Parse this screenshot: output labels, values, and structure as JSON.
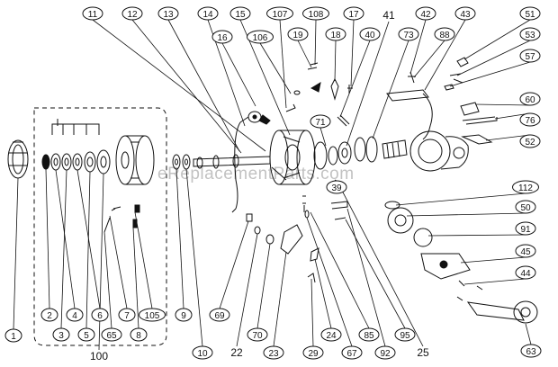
{
  "diagram": {
    "watermark": "eReplacementParts.com",
    "callouts": [
      {
        "id": "c-11",
        "label": "11"
      },
      {
        "id": "c-12",
        "label": "12"
      },
      {
        "id": "c-13",
        "label": "13"
      },
      {
        "id": "c-14",
        "label": "14"
      },
      {
        "id": "c-15",
        "label": "15"
      },
      {
        "id": "c-16",
        "label": "16"
      },
      {
        "id": "c-107",
        "label": "107"
      },
      {
        "id": "c-106",
        "label": "106"
      },
      {
        "id": "c-108",
        "label": "108"
      },
      {
        "id": "c-19",
        "label": "19"
      },
      {
        "id": "c-18",
        "label": "18"
      },
      {
        "id": "c-17",
        "label": "17"
      },
      {
        "id": "c-41",
        "label": "41"
      },
      {
        "id": "c-40",
        "label": "40"
      },
      {
        "id": "c-73",
        "label": "73"
      },
      {
        "id": "c-42",
        "label": "42"
      },
      {
        "id": "c-88",
        "label": "88"
      },
      {
        "id": "c-43",
        "label": "43"
      },
      {
        "id": "c-51",
        "label": "51"
      },
      {
        "id": "c-53",
        "label": "53"
      },
      {
        "id": "c-57",
        "label": "57"
      },
      {
        "id": "c-60",
        "label": "60"
      },
      {
        "id": "c-76",
        "label": "76"
      },
      {
        "id": "c-52",
        "label": "52"
      },
      {
        "id": "c-71",
        "label": "71"
      },
      {
        "id": "c-39",
        "label": "39"
      },
      {
        "id": "c-112",
        "label": "112"
      },
      {
        "id": "c-50",
        "label": "50"
      },
      {
        "id": "c-91",
        "label": "91"
      },
      {
        "id": "c-45",
        "label": "45"
      },
      {
        "id": "c-44",
        "label": "44"
      },
      {
        "id": "c-63",
        "label": "63"
      },
      {
        "id": "c-1",
        "label": "1"
      },
      {
        "id": "c-2",
        "label": "2"
      },
      {
        "id": "c-4",
        "label": "4"
      },
      {
        "id": "c-6",
        "label": "6"
      },
      {
        "id": "c-7",
        "label": "7"
      },
      {
        "id": "c-105",
        "label": "105"
      },
      {
        "id": "c-3",
        "label": "3"
      },
      {
        "id": "c-5",
        "label": "5"
      },
      {
        "id": "c-65",
        "label": "65"
      },
      {
        "id": "c-8",
        "label": "8"
      },
      {
        "id": "c-100",
        "label": "100"
      },
      {
        "id": "c-9",
        "label": "9"
      },
      {
        "id": "c-10",
        "label": "10"
      },
      {
        "id": "c-69",
        "label": "69"
      },
      {
        "id": "c-22",
        "label": "22"
      },
      {
        "id": "c-70",
        "label": "70"
      },
      {
        "id": "c-23",
        "label": "23"
      },
      {
        "id": "c-29",
        "label": "29"
      },
      {
        "id": "c-24",
        "label": "24"
      },
      {
        "id": "c-67",
        "label": "67"
      },
      {
        "id": "c-85",
        "label": "85"
      },
      {
        "id": "c-92",
        "label": "92"
      },
      {
        "id": "c-95",
        "label": "95"
      },
      {
        "id": "c-25",
        "label": "25"
      }
    ]
  }
}
